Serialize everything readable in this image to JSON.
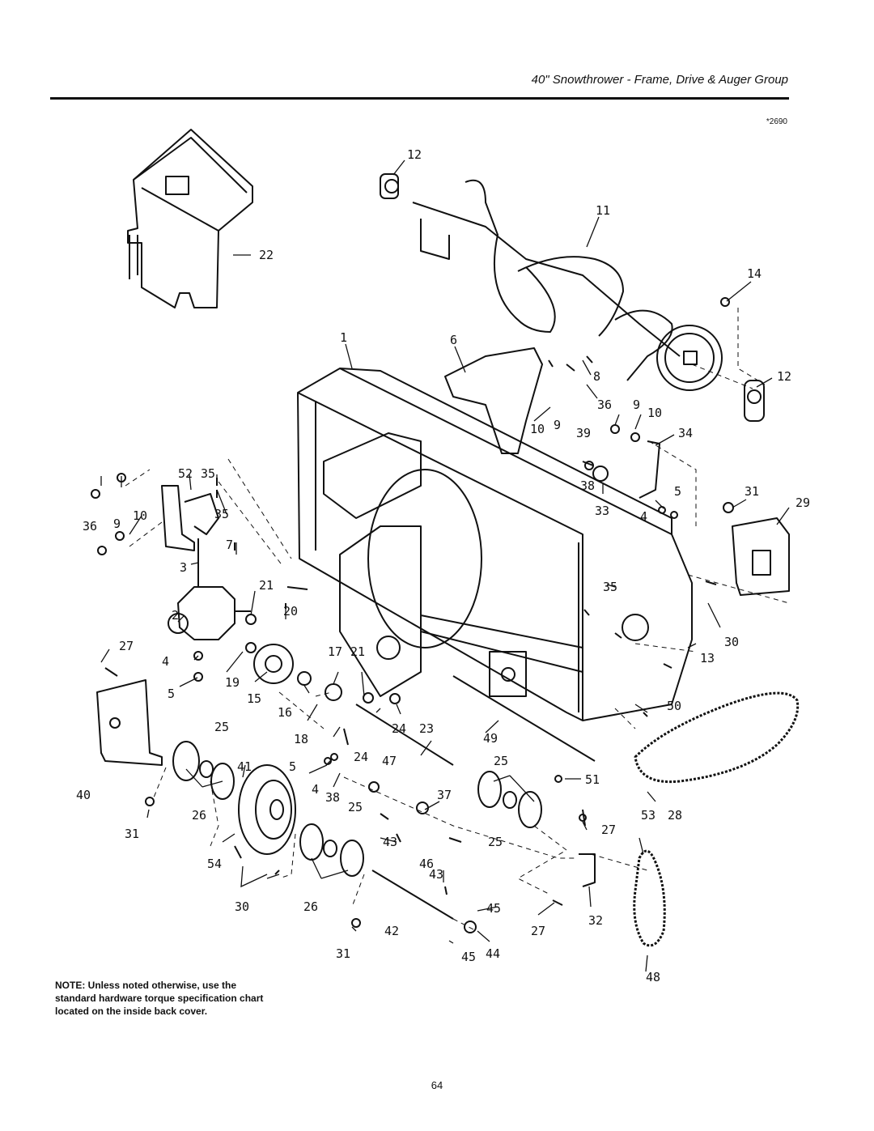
{
  "header": {
    "title": "40\" Snowthrower - Frame, Drive & Auger Group",
    "code": "*2690"
  },
  "note": "NOTE: Unless noted otherwise, use the standard hardware torque specification chart located on the inside back cover.",
  "page_number": "64",
  "callouts": {
    "c1": "1",
    "c2": "2",
    "c3": "3",
    "c4a": "4",
    "c4b": "4",
    "c4c": "4",
    "c5a": "5",
    "c5b": "5",
    "c5c": "5",
    "c6": "6",
    "c7": "7",
    "c8": "8",
    "c9a": "9",
    "c9b": "9",
    "c9c": "9",
    "c10a": "10",
    "c10b": "10",
    "c10c": "10",
    "c11": "11",
    "c12a": "12",
    "c12b": "12",
    "c13": "13",
    "c14": "14",
    "c15": "15",
    "c16": "16",
    "c17": "17",
    "c18": "18",
    "c19": "19",
    "c20": "20",
    "c21a": "21",
    "c21b": "21",
    "c22": "22",
    "c23": "23",
    "c24a": "24",
    "c24b": "24",
    "c25a": "25",
    "c25b": "25",
    "c25c": "25",
    "c25d": "25",
    "c26a": "26",
    "c26b": "26",
    "c27a": "27",
    "c27b": "27",
    "c27c": "27",
    "c28": "28",
    "c29": "29",
    "c30a": "30",
    "c30b": "30",
    "c31a": "31",
    "c31b": "31",
    "c31c": "31",
    "c32": "32",
    "c33": "33",
    "c34": "34",
    "c35a": "35",
    "c35b": "35",
    "c35c": "35",
    "c36a": "36",
    "c36b": "36",
    "c37": "37",
    "c38a": "38",
    "c38b": "38",
    "c39": "39",
    "c40": "40",
    "c41": "41",
    "c42": "42",
    "c43a": "43",
    "c43b": "43",
    "c44": "44",
    "c45a": "45",
    "c45b": "45",
    "c46": "46",
    "c47": "47",
    "c48": "48",
    "c49": "49",
    "c50": "50",
    "c51": "51",
    "c52": "52",
    "c53": "53",
    "c54": "54"
  }
}
